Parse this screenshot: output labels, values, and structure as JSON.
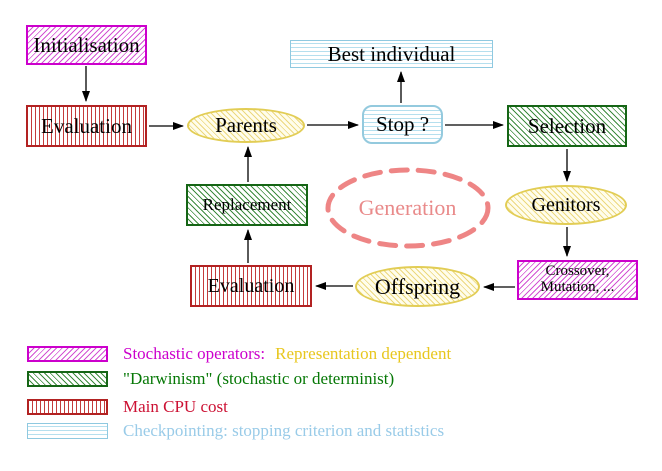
{
  "diagram": {
    "nodes": {
      "initialisation": {
        "label": "Initialisation",
        "style": "magenta-diagonal-hatch"
      },
      "evaluation_top": {
        "label": "Evaluation",
        "style": "red-vertical-stripes"
      },
      "parents": {
        "label": "Parents",
        "style": "yellow-hatch-ellipse"
      },
      "best_individual": {
        "label": "Best individual",
        "style": "cyan-horizontal-stripes"
      },
      "stop": {
        "label": "Stop ?",
        "style": "cyan-horizontal-stripes-rounded"
      },
      "selection": {
        "label": "Selection",
        "style": "green-diagonal-hatch"
      },
      "replacement": {
        "label": "Replacement",
        "style": "green-diagonal-hatch"
      },
      "generation": {
        "label": "Generation",
        "style": "salmon-dashed-ellipse"
      },
      "genitors": {
        "label": "Genitors",
        "style": "yellow-hatch-ellipse"
      },
      "evaluation_bottom": {
        "label": "Evaluation",
        "style": "red-vertical-stripes"
      },
      "offspring": {
        "label": "Offspring",
        "style": "yellow-hatch-ellipse"
      },
      "crossover": {
        "label_line1": "Crossover,",
        "label_line2": "Mutation, ...",
        "style": "magenta-diagonal-hatch"
      }
    },
    "arrows": [
      {
        "from": "initialisation",
        "to": "evaluation_top"
      },
      {
        "from": "evaluation_top",
        "to": "parents"
      },
      {
        "from": "parents",
        "to": "stop"
      },
      {
        "from": "stop",
        "to": "best_individual"
      },
      {
        "from": "stop",
        "to": "selection"
      },
      {
        "from": "selection",
        "to": "genitors"
      },
      {
        "from": "genitors",
        "to": "crossover"
      },
      {
        "from": "crossover",
        "to": "offspring"
      },
      {
        "from": "offspring",
        "to": "evaluation_bottom"
      },
      {
        "from": "evaluation_bottom",
        "to": "replacement"
      },
      {
        "from": "replacement",
        "to": "parents"
      }
    ],
    "colors": {
      "magenta": "#cc00cc",
      "green": "#156515",
      "red": "#b22222",
      "cyan": "#8fc9e0",
      "yellow": "#e2cd55",
      "salmon": "#e98a8a",
      "arrow": "#000000"
    }
  },
  "legend": {
    "items": [
      {
        "pattern": "magenta-diagonal-hatch",
        "text": "Stochastic operators:",
        "text2": "Representation dependent",
        "text_color": "#cc00cc",
        "text2_color": "#e8c71e"
      },
      {
        "pattern": "green-diagonal-hatch",
        "text": "\"Darwinism\" (stochastic or determinist)",
        "text_color": "#067806"
      },
      {
        "pattern": "red-vertical-stripes",
        "text": "Main CPU cost",
        "text_color": "#cc1133"
      },
      {
        "pattern": "cyan-horizontal-stripes",
        "text": "Checkpointing: stopping criterion and statistics",
        "text_color": "#99cbe8"
      }
    ]
  }
}
